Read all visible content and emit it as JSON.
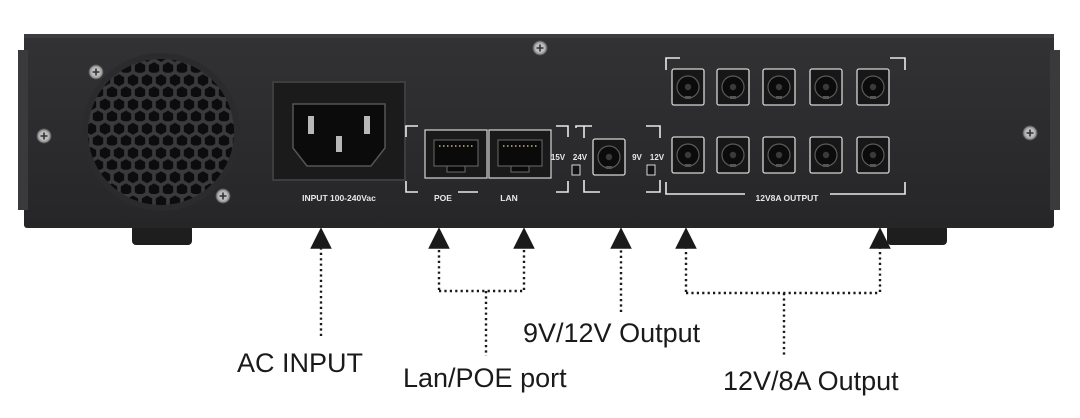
{
  "panel": {
    "input_label": "INPUT 100-240Vac",
    "poe_label": "POE",
    "lan_label": "LAN",
    "v15_label": "15V",
    "v24_label": "24V",
    "v9_label": "9V",
    "v12_label": "12V",
    "output_label": "12V8A OUTPUT"
  },
  "callouts": {
    "ac_input": "AC INPUT",
    "lan_poe": "Lan/POE port",
    "v9_12": "9V/12V Output",
    "v12_8a": "12V/8A Output"
  },
  "colors": {
    "chassis": "#2b2b2d",
    "marking": "#e8e8e8",
    "arrow": "#1a1a1a"
  },
  "icons": {
    "fan": "fan-grille-icon",
    "power_inlet": "iec-inlet-icon",
    "rj45": "rj45-port-icon",
    "dc_jack": "dc-jack-icon",
    "screw": "screw-icon"
  }
}
